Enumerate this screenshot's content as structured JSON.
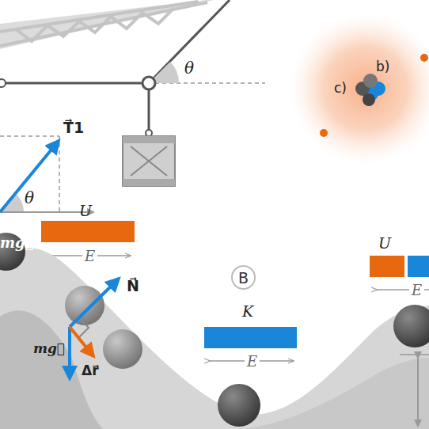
{
  "diagram": {
    "nodes": [
      {
        "text": [
          "B"
        ]
      }
    ],
    "labels": [
      "θ",
      "T⃗1",
      "θ",
      "U",
      "E",
      "mg⃗",
      "N⃗",
      "mg⃗",
      "Δr⃗",
      "K",
      "E",
      "U",
      "E",
      "b)",
      "c)"
    ]
  }
}
